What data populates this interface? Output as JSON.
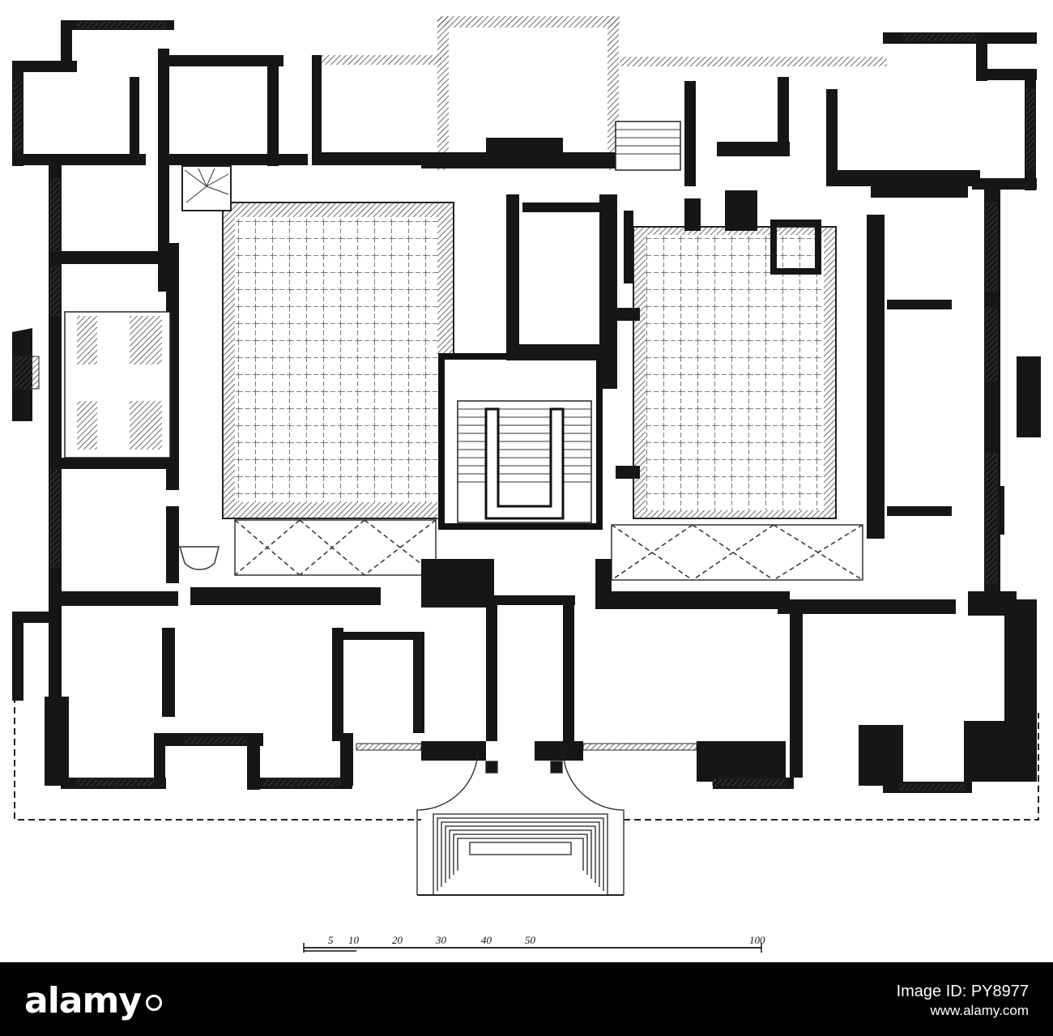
{
  "scale_bar": {
    "labels": [
      "5",
      "10",
      "20",
      "30",
      "40",
      "50",
      "100"
    ]
  },
  "colors": {
    "wall": "#1a1a1a",
    "hatch": "#555555",
    "paper": "#ffffff",
    "footer": "#000000"
  },
  "footer": {
    "brand": "alamy",
    "image_id": "Image ID: PY8977",
    "url": "www.alamy.com"
  }
}
